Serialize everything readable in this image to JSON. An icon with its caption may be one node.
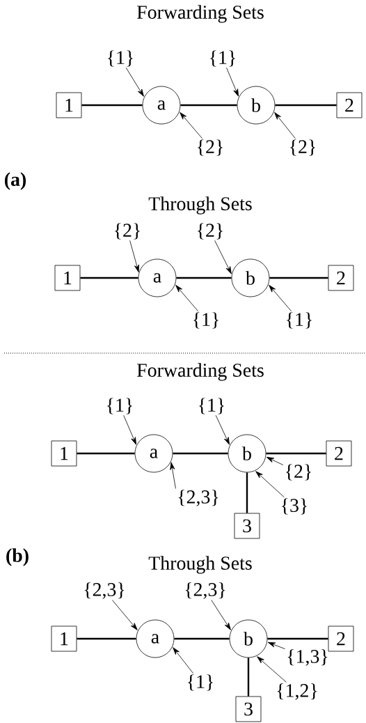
{
  "diagram": {
    "nodes": [
      {
        "text": [
          "{1}"
        ]
      },
      {
        "text": [
          "{1}"
        ]
      },
      {
        "text": [
          "1"
        ]
      },
      {
        "text": [
          "a"
        ]
      },
      {
        "text": [
          "b"
        ]
      },
      {
        "text": [
          "2"
        ]
      },
      {
        "text": [
          "{2}"
        ]
      },
      {
        "text": [
          "{2}"
        ]
      },
      {
        "text": [
          "{2}"
        ]
      },
      {
        "text": [
          "{2}"
        ]
      },
      {
        "text": [
          "1"
        ]
      },
      {
        "text": [
          "a"
        ]
      },
      {
        "text": [
          "b"
        ]
      },
      {
        "text": [
          "2"
        ]
      },
      {
        "text": [
          "{1}"
        ]
      },
      {
        "text": [
          "{1}"
        ]
      },
      {
        "text": [
          "{1}"
        ]
      },
      {
        "text": [
          "{1}"
        ]
      },
      {
        "text": [
          "1"
        ]
      },
      {
        "text": [
          "a"
        ]
      },
      {
        "text": [
          "b"
        ]
      },
      {
        "text": [
          "2"
        ]
      },
      {
        "text": [
          "{2}"
        ]
      },
      {
        "text": [
          "{2,3}"
        ]
      },
      {
        "text": [
          "{3}"
        ]
      },
      {
        "text": [
          "3"
        ]
      },
      {
        "text": [
          "{2,3}"
        ]
      },
      {
        "text": [
          "{2,3}"
        ]
      },
      {
        "text": [
          "1"
        ]
      },
      {
        "text": [
          "a"
        ]
      },
      {
        "text": [
          "b"
        ]
      },
      {
        "text": [
          "2"
        ]
      },
      {
        "text": [
          "{1,3}"
        ]
      },
      {
        "text": [
          "{1}"
        ]
      },
      {
        "text": [
          "{1,2}"
        ]
      },
      {
        "text": [
          "3"
        ]
      }
    ],
    "edges": [
      {
        "from": 2,
        "to": 3,
        "arrow": "none",
        "style": "thick"
      },
      {
        "from": 3,
        "to": 4,
        "arrow": "none",
        "style": "thick"
      },
      {
        "from": 4,
        "to": 5,
        "arrow": "none",
        "style": "thick"
      },
      {
        "from": 10,
        "to": 11,
        "arrow": "none",
        "style": "thick"
      },
      {
        "from": 11,
        "to": 12,
        "arrow": "none",
        "style": "thick"
      },
      {
        "from": 12,
        "to": 13,
        "arrow": "none",
        "style": "thick"
      },
      {
        "from": 18,
        "to": 19,
        "arrow": "none",
        "style": "thick"
      },
      {
        "from": 19,
        "to": 20,
        "arrow": "none",
        "style": "thick"
      },
      {
        "from": 20,
        "to": 21,
        "arrow": "none",
        "style": "thick"
      },
      {
        "from": 20,
        "to": 25,
        "arrow": "none",
        "style": "thick"
      },
      {
        "from": 28,
        "to": 29,
        "arrow": "none",
        "style": "thick"
      },
      {
        "from": 29,
        "to": 30,
        "arrow": "none",
        "style": "thick"
      },
      {
        "from": 30,
        "to": 31,
        "arrow": "none",
        "style": "thick"
      },
      {
        "from": 30,
        "to": 35,
        "arrow": "none",
        "style": "thick"
      },
      {
        "from": 0,
        "to": 3,
        "arrow": "to"
      },
      {
        "from": 1,
        "to": 4,
        "arrow": "to"
      },
      {
        "from": 6,
        "to": 3,
        "arrow": "to"
      },
      {
        "from": 7,
        "to": 4,
        "arrow": "to"
      },
      {
        "from": 8,
        "to": 11,
        "arrow": "to"
      },
      {
        "from": 9,
        "to": 12,
        "arrow": "to"
      },
      {
        "from": 14,
        "to": 11,
        "arrow": "to"
      },
      {
        "from": 15,
        "to": 12,
        "arrow": "to"
      },
      {
        "from": 16,
        "to": 19,
        "arrow": "to"
      },
      {
        "from": 17,
        "to": 20,
        "arrow": "to"
      },
      {
        "from": 22,
        "to": 20,
        "arrow": "to"
      },
      {
        "from": 23,
        "to": 19,
        "arrow": "to"
      },
      {
        "from": 24,
        "to": 20,
        "arrow": "to"
      },
      {
        "from": 26,
        "to": 29,
        "arrow": "to"
      },
      {
        "from": 27,
        "to": 30,
        "arrow": "to"
      },
      {
        "from": 32,
        "to": 30,
        "arrow": "to"
      },
      {
        "from": 33,
        "to": 29,
        "arrow": "to"
      },
      {
        "from": 34,
        "to": 30,
        "arrow": "to"
      }
    ],
    "labels": [
      "Forwarding Sets",
      "(a)",
      "Through Sets",
      "Forwarding Sets",
      "(b)",
      "Through Sets"
    ]
  }
}
